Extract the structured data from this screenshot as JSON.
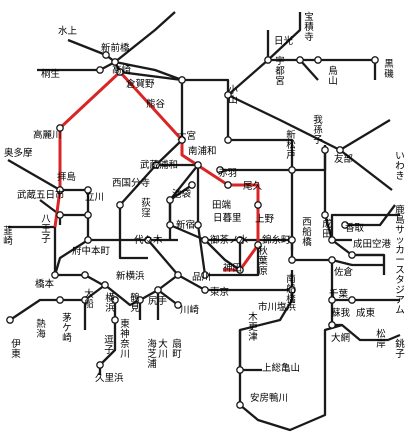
{
  "colors": {
    "line": "#1a1a1a",
    "highlight": "#d92525",
    "station_fill": "#ffffff",
    "station_stroke": "#1a1a1a",
    "background": "#ffffff"
  },
  "stations": {
    "mizukami": "水上",
    "shinmaebashi": "新前橋",
    "takasaki": "高崎",
    "kuragano": "倉賀野",
    "kiryu": "桐生",
    "nikko": "日光",
    "utsunomiya": "宇都宮",
    "hoshakuji": "宝積寺",
    "karasuyama": "烏山",
    "kurosogi": "黒磯",
    "oyama": "小山",
    "kumagaya": "熊谷",
    "takasaki_line": "高麗川",
    "omiya": "大宮",
    "minami_urawa": "南浦和",
    "musashi_urawa": "武蔵浦和",
    "akabane": "赤羽",
    "okutama": "奥多摩",
    "haijima": "拝島",
    "tachikawa": "立川",
    "nishi_kokubunji": "西国分寺",
    "ogikubo": "荻窪",
    "ikebukuro": "池袋",
    "tabata": "田端",
    "ojiku": "尾久",
    "nippori": "日暮里",
    "ueno": "上野",
    "musashi_itsukaichi": "武蔵五日市",
    "hachioji": "八王子",
    "fuchu_honmachi": "府中本町",
    "yoyogi": "代々木",
    "shinjuku": "新宿",
    "ochanomizu": "御茶ノ水",
    "kinshicho": "錦糸町",
    "akihabara": "秋葉原",
    "kanda": "神田",
    "tokyo": "東京",
    "shinagawa": "品川",
    "shin_matsudo": "新松戸",
    "abiko": "我孫子",
    "tomobe": "友部",
    "iwaki": "いわき",
    "nishi_funabashi": "西船橋",
    "narita": "成田",
    "katori": "香取",
    "narita_airport": "成田空港",
    "kashima_stadium": "鹿島サッカースタジアム",
    "sawara": "佐倉",
    "chiba": "千葉",
    "soga": "蘇我",
    "naruto": "成東",
    "matsuo": "松岸",
    "choshi": "銚子",
    "oami": "大網",
    "minami_funabashi": "南船橋",
    "ichikawa_shiohama": "市川塩浜",
    "kisarazu": "木更津",
    "kazusa_kameyama": "上総亀山",
    "awa_kamogawa": "安房鴨川",
    "nirasaki": "韮崎",
    "hashimoto": "橋本",
    "shin_yokohama": "新横浜",
    "ofuna": "大船",
    "yokohama": "横浜",
    "higashi_kanagawa": "東神奈川",
    "tsurumi": "鶴見",
    "shiriya": "尻手",
    "kawasaki": "川崎",
    "umishibaura": "海芝浦",
    "okawa": "大川",
    "ogimachi": "扇町",
    "atami": "熱海",
    "chigasaki": "茅ケ崎",
    "ito": "伊東",
    "zushi": "逗子",
    "kurihama": "久里浜"
  }
}
